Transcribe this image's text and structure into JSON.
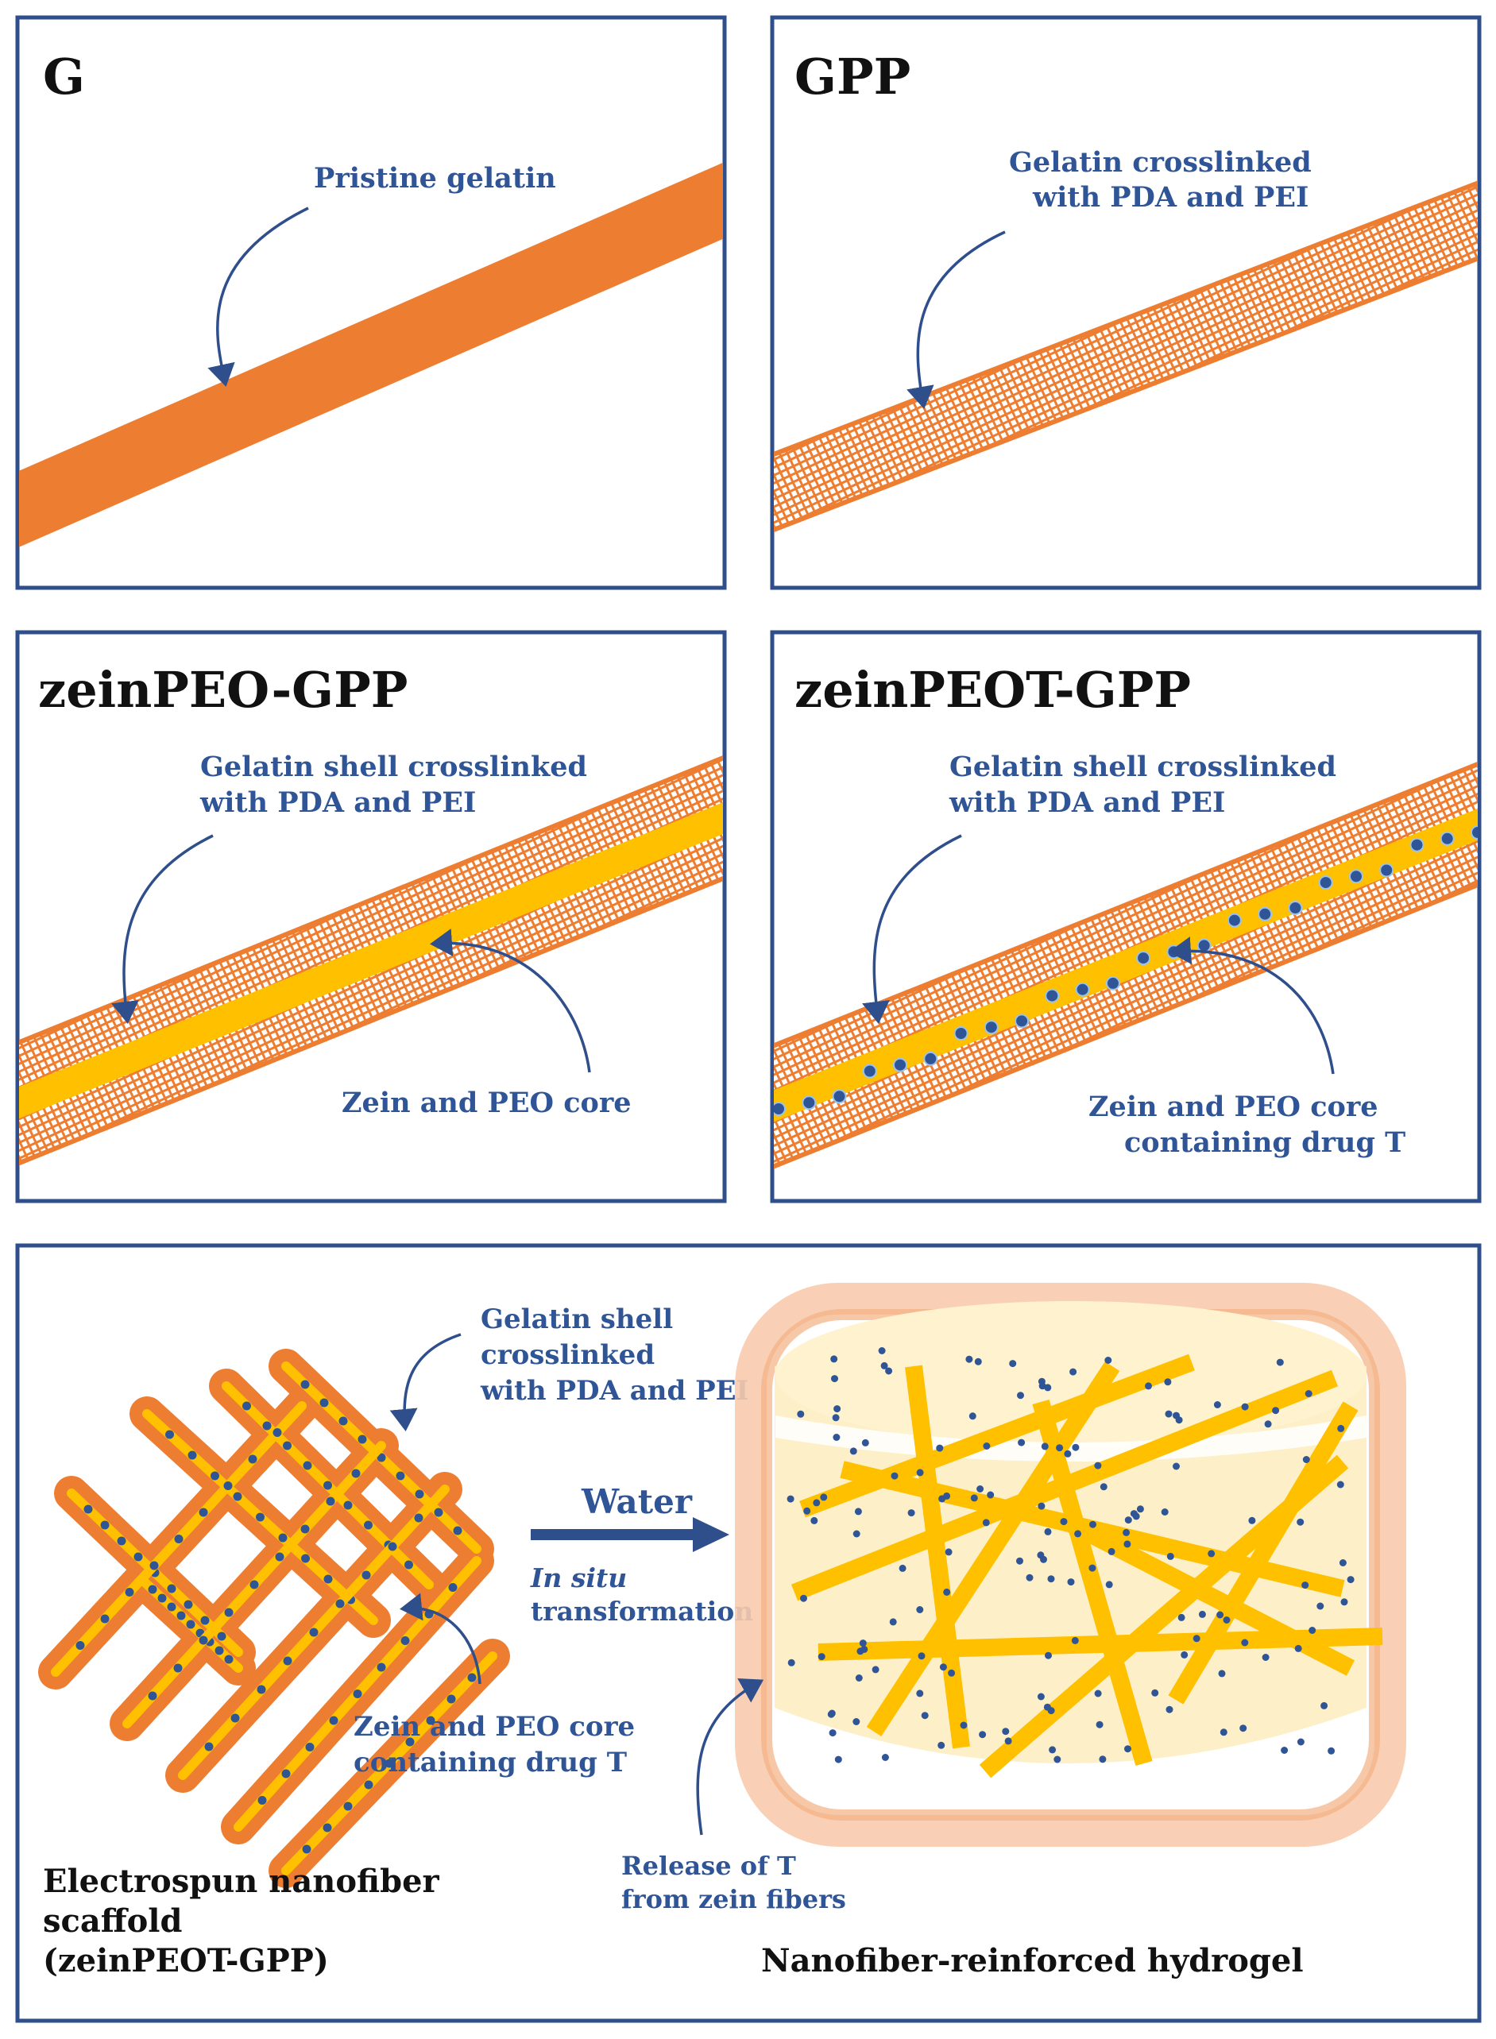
{
  "panels": {
    "g": {
      "title": "G",
      "label": "Pristine gelatin"
    },
    "gpp": {
      "title": "GPP",
      "label_line1": "Gelatin crosslinked",
      "label_line2": "with PDA and PEI"
    },
    "zeinpeo": {
      "title": "zeinPEO-GPP",
      "shell_line1": "Gelatin shell crosslinked",
      "shell_line2": "with PDA and PEI",
      "core_label": "Zein and PEO core"
    },
    "zeinpeot": {
      "title": "zeinPEOT-GPP",
      "shell_line1": "Gelatin shell crosslinked",
      "shell_line2": "with PDA and PEI",
      "core_line1": "Zein and PEO core",
      "core_line2": "containing drug T"
    },
    "bottom": {
      "shell_line1": "Gelatin shell",
      "shell_line2": "crosslinked",
      "shell_line3": "with PDA and PEI",
      "water": "Water",
      "in_situ": "In situ",
      "transformation": "transformation",
      "core_line1": "Zein and PEO core",
      "core_line2": "containing drug T",
      "release_line1": "Release of T",
      "release_line2": "from zein fibers",
      "scaffold_line1": "Electrospun nanofiber",
      "scaffold_line2": "scaffold",
      "scaffold_line3": "(zeinPEOT-GPP)",
      "hydrogel": "Nanofiber-reinforced hydrogel"
    }
  },
  "colors": {
    "frame": "#2f4e8c",
    "label": "#2f5597",
    "gelatin": "#ed7d31",
    "core": "#ffc000",
    "drug": "#2f5597",
    "hydrogel": "#fdf0c8"
  }
}
